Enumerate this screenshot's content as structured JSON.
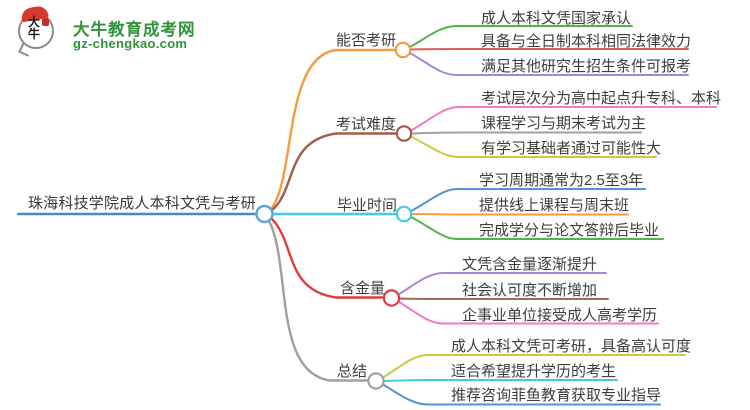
{
  "logo": {
    "icon_char_top": "大",
    "icon_char_bottom": "牛",
    "brand_name": "大牛教育成考网",
    "brand_url": "gz-chengkao.com",
    "brand_color": "#2e9438",
    "seal_color": "#c2312b"
  },
  "root": {
    "title": "珠海科技学院成人本科文凭与考研",
    "line_color": "#4a86c8",
    "node_color": "#58a5dc"
  },
  "branches": [
    {
      "label": "能否考研",
      "color": "#f59b40",
      "children": [
        {
          "label": "成人本科文凭国家承认",
          "color": "#54b44c"
        },
        {
          "label": "具备与全日制本科相同法律效力",
          "color": "#e25c5c"
        },
        {
          "label": "满足其他研究生招生条件可报考",
          "color": "#a687d8"
        }
      ]
    },
    {
      "label": "考试难度",
      "color": "#a25c4c",
      "children": [
        {
          "label": "考试层次分为高中起点升专科、本科",
          "color": "#f478c8"
        },
        {
          "label": "课程学习与期末考试为主",
          "color": "#a0a0a0"
        },
        {
          "label": "有学习基础者通过可能性大",
          "color": "#c9cb3f"
        }
      ]
    },
    {
      "label": "毕业时间",
      "color": "#41cbe9",
      "children": [
        {
          "label": "学习周期通常为2.5至3年",
          "color": "#4f93d8"
        },
        {
          "label": "提供线上课程与周末班",
          "color": "#f59b40"
        },
        {
          "label": "完成学分与论文答辩后毕业",
          "color": "#54b44c"
        }
      ]
    },
    {
      "label": "含金量",
      "color": "#e23c3c",
      "children": [
        {
          "label": "文凭含金量逐渐提升",
          "color": "#a687d8"
        },
        {
          "label": "社会认可度不断增加",
          "color": "#a26a5a"
        },
        {
          "label": "企事业单位接受成人高考学历",
          "color": "#f478c8"
        }
      ]
    },
    {
      "label": "总结",
      "color": "#a0a0a0",
      "children": [
        {
          "label": "成人本科文凭可考研，具备高认可度",
          "color": "#c9cb3f"
        },
        {
          "label": "适合希望提升学历的考生",
          "color": "#41cbe9"
        },
        {
          "label": "推荐咨询菲鱼教育获取专业指导",
          "color": "#4f93d8"
        }
      ]
    }
  ]
}
